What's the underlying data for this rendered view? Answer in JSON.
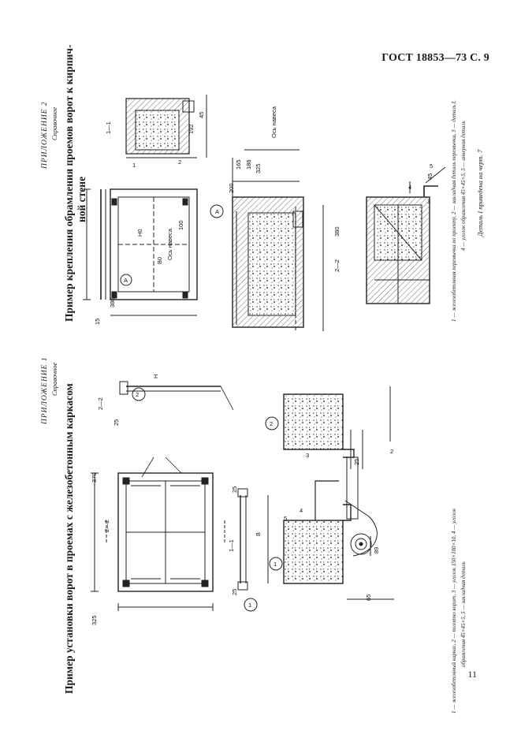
{
  "header": {
    "code": "ГОСТ 18853—73 С. 9"
  },
  "page_number": "11",
  "appendix1": {
    "label": "ПРИЛОЖЕНИЕ 1",
    "sublabel": "Справочное",
    "title": "Пример установки ворот в проемах с железобетонным каркасом",
    "caption_line1": "1 — железобетонный каркас, 2 — полотно ворот, 3 — уголок 150×100×10, 4 — уголок",
    "caption_line2": "обрамления 45×45×5, 5 — закладная деталь"
  },
  "appendix2": {
    "label": "ПРИЛОЖЕНИЕ 2",
    "sublabel": "Справочное",
    "title_line1": "Пример крепления обрамления проемов ворот к кирпич-",
    "title_line2": "ной стене",
    "caption_line1": "1 — железобетонная перемычка по проекту, 2 — закладная деталь перемычки, 3 — деталь I,",
    "caption_line2": "4 — уголок обрамления 45×45×5, 5 — анкерная деталь",
    "detail_note": "Деталь I приведена на черт. 7"
  },
  "drawing_labels": {
    "section_1_1": "1—1",
    "section_2_2": "2—2",
    "dim_325": "325",
    "dim_370": "370",
    "dim_25": "25",
    "dim_B": "B",
    "dim_89": "89",
    "dim_65": "65",
    "dim_H": "H",
    "dim_380": "380",
    "dim_100": "100",
    "dim_15": "15",
    "dim_45": "45",
    "dim_B0": "B0",
    "dim_H0": "H0",
    "dim_165": "165",
    "dim_186": "186",
    "dim_200": "200",
    "dim_192": "192",
    "axis_label": "Ось навеса",
    "callout_A": "A",
    "callout_1": "1",
    "callout_2": "2",
    "n1": "1",
    "n2": "2",
    "n3": "3",
    "n4": "4",
    "n5": "5"
  }
}
